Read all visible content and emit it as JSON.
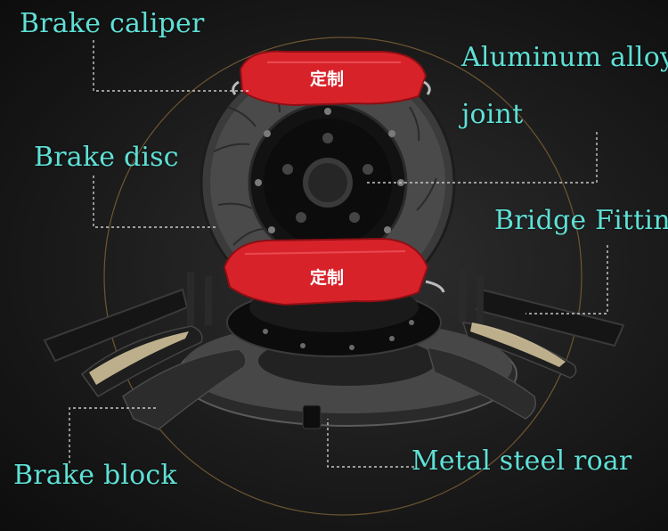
{
  "colors": {
    "label": "#5fe0d6",
    "leader": "#c8c8c8",
    "caliper": "#d8222a",
    "disc": "#3a3a3a",
    "hat": "#101010",
    "pad": "#2b2b2b",
    "bracket": "#151515",
    "orbit": "#8a6a3a"
  },
  "labels": {
    "brake_caliper": "Brake caliper",
    "aluminum_alloy_joint_line1": "Aluminum alloy",
    "aluminum_alloy_joint_line2": "joint",
    "brake_disc": "Brake disc",
    "bridge_fitting": "Bridge Fitting",
    "brake_block": "Brake block",
    "metal_steel_roar": "Metal steel roar"
  },
  "caliper_badge_text": "定制",
  "icons": [
    "brake-caliper-icon",
    "brake-disc-icon",
    "brake-pad-icon",
    "bridge-bracket-icon"
  ]
}
